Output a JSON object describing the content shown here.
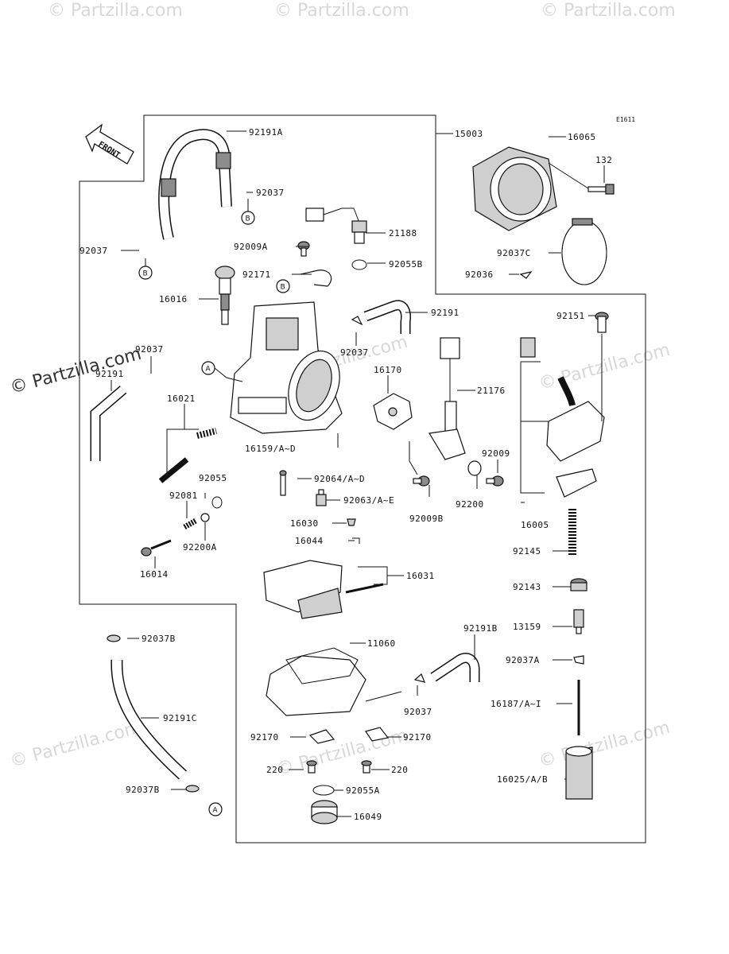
{
  "diagram_code": "E1611",
  "front_label": "FRONT",
  "watermark": "© Partzilla.com",
  "callouts": {
    "a": "A",
    "b": "B"
  },
  "parts": {
    "p92191A": "92191A",
    "p92037_top": "92037",
    "p92037_left": "92037",
    "p21188": "21188",
    "p92009A": "92009A",
    "p92055B": "92055B",
    "p92171": "92171",
    "p16016": "16016",
    "p92191_top": "92191",
    "p92037_mid": "92037",
    "p92037_left2": "92037",
    "p92191_left": "92191",
    "p16170": "16170",
    "p21176": "21176",
    "p16021": "16021",
    "p16159": "16159/A~D",
    "p92055": "92055",
    "p92064": "92064/A~D",
    "p92081": "92081",
    "p92063": "92063/A~E",
    "p92200A": "92200A",
    "p16030": "16030",
    "p16044": "16044",
    "p16014": "16014",
    "p16031": "16031",
    "p92009B": "92009B",
    "p92200": "92200",
    "p92009": "92009",
    "p15003": "15003",
    "p16065": "16065",
    "p132": "132",
    "p92037C": "92037C",
    "p92036": "92036",
    "p92151": "92151",
    "p16005": "16005",
    "p92145": "92145",
    "p92143": "92143",
    "p13159": "13159",
    "p92037A": "92037A",
    "p16187": "16187/A~I",
    "p16025": "16025/A/B",
    "p92037B_top": "92037B",
    "p92191C": "92191C",
    "p92037B_bot": "92037B",
    "p11060": "11060",
    "p92191B": "92191B",
    "p92037_bot": "92037",
    "p92170_l": "92170",
    "p92170_r": "92170",
    "p220_l": "220",
    "p220_r": "220",
    "p92055A": "92055A",
    "p16049": "16049"
  }
}
